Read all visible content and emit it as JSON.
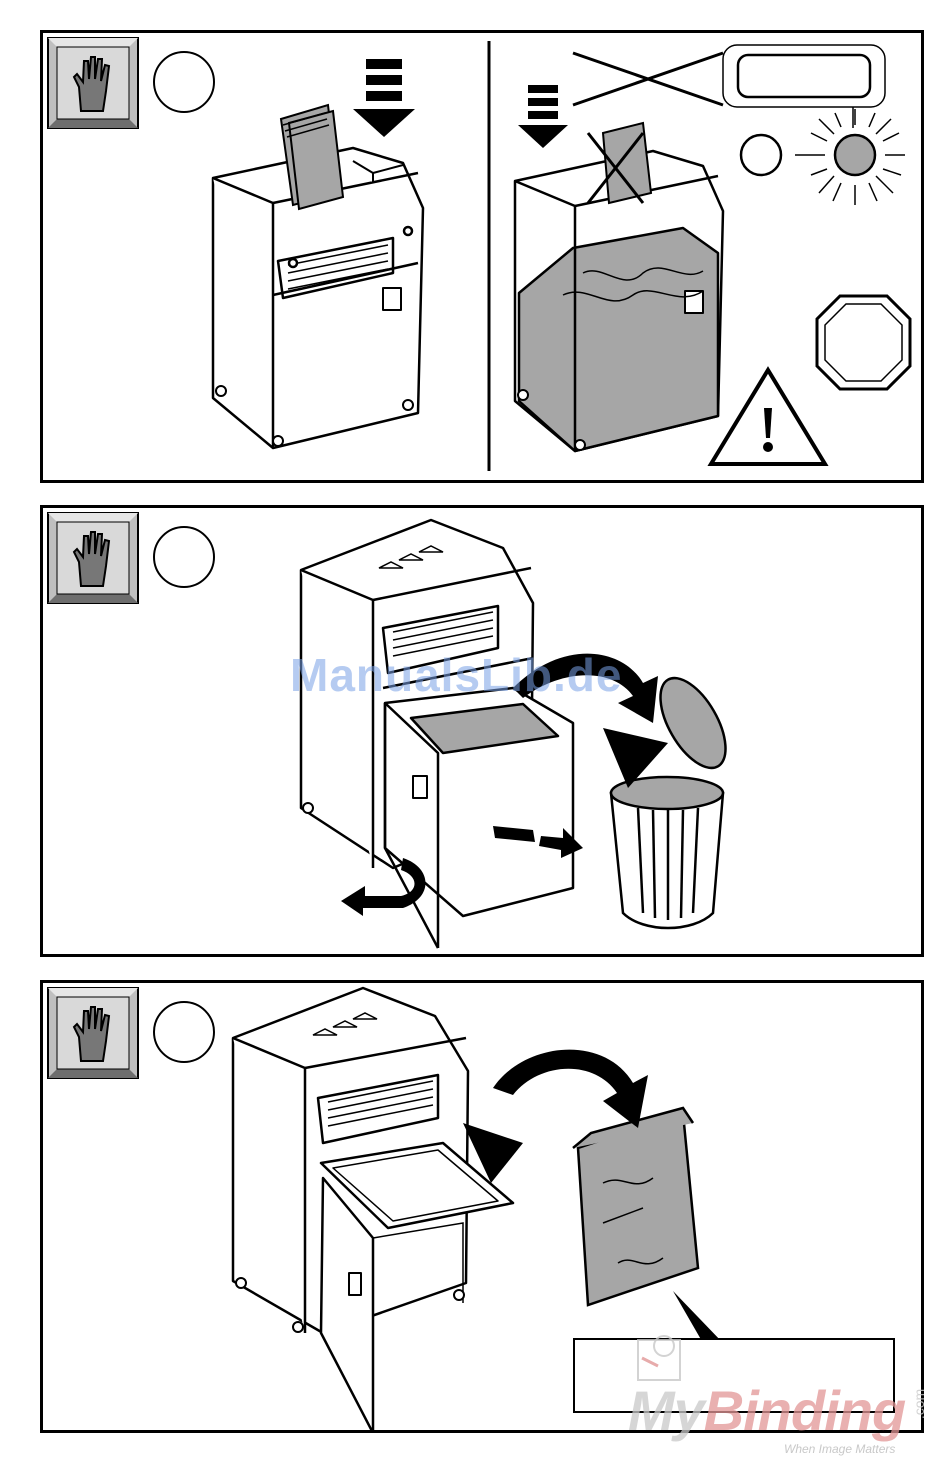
{
  "watermark": {
    "text": "ManualsLib.de"
  },
  "brand": {
    "name_part1": "My",
    "name_part2": "Binding",
    "suffix": ".com",
    "tagline": "When Image Matters"
  },
  "icons": {
    "glove": "glove-icon",
    "warning": "warning-triangle-icon",
    "stop": "stop-octagon-icon",
    "lamp": "indicator-light-icon",
    "arrow": "arrow-icon",
    "bin": "trash-bin-icon",
    "bag": "waste-bag-icon"
  },
  "colors": {
    "line": "#000000",
    "fill_gray": "#a6a6a6",
    "button_gray": "#bfbfbf",
    "watermark": "#78a0e6"
  }
}
